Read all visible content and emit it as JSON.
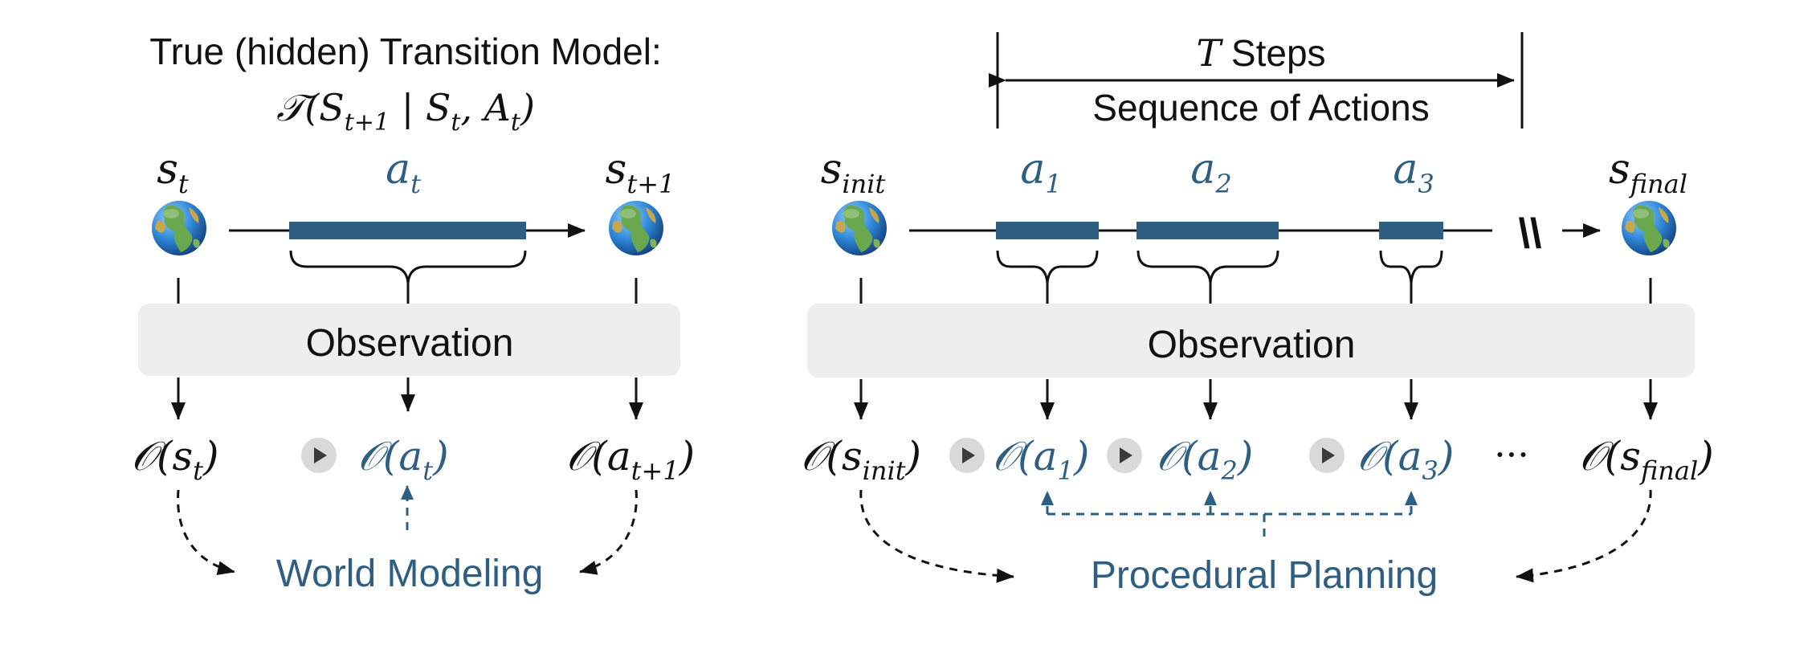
{
  "colors": {
    "action_blue": "#2e5f82",
    "observation_box": "#eeeeee",
    "text_black": "#111111",
    "play_circle": "#d9d9d9",
    "play_triangle": "#3a3a3a"
  },
  "icons": {
    "state": "globe-icon",
    "play": "play-icon"
  },
  "left": {
    "title_line1": "True (hidden) Transition Model:",
    "title_line2": "𝒯(S_{t+1} | S_t, A_t)",
    "state_start": "s_t",
    "action": "a_t",
    "state_end": "s_{t+1}",
    "observation_label": "Observation",
    "obs_state_start": "𝒪(s_t)",
    "obs_action": "𝒪(a_t)",
    "obs_state_end": "𝒪(a_{t+1})",
    "task_label": "World Modeling"
  },
  "right": {
    "steps_label": "T Steps",
    "sequence_label": "Sequence of Actions",
    "state_start": "s_init",
    "actions": [
      "a_1",
      "a_2",
      "a_3"
    ],
    "break_mark": "\\\\",
    "state_end": "s_final",
    "observation_label": "Observation",
    "obs_state_start": "𝒪(s_init)",
    "obs_actions": [
      "𝒪(a_1)",
      "𝒪(a_2)",
      "𝒪(a_3)"
    ],
    "ellipsis": "···",
    "obs_state_end": "𝒪(s_final)",
    "task_label": "Procedural Planning"
  }
}
